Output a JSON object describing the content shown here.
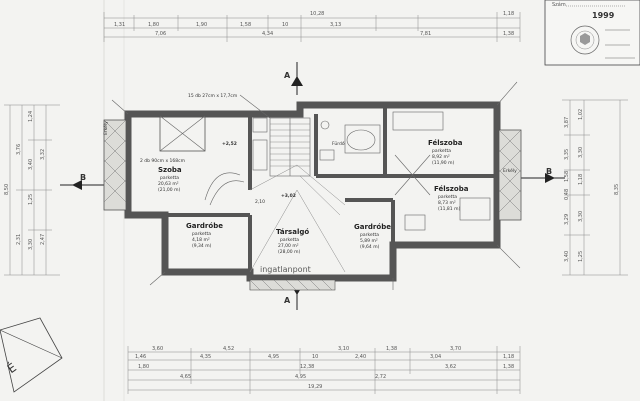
{
  "stamp": {
    "year_text": "1999",
    "szam_label": "Szám"
  },
  "top_dims": {
    "overall": "10,28",
    "row1": [
      "1,31",
      "1,80",
      "1,90",
      "1,58",
      "10",
      "3,13",
      "1,18"
    ],
    "row2": [
      "7,06",
      "4,34",
      "7,81",
      "1,38"
    ]
  },
  "bottom_dims": {
    "row1": [
      "3,60",
      "4,52",
      "3,10",
      "1,38",
      "3,70"
    ],
    "row2": [
      "1,46",
      "4,35",
      "4,95",
      "10",
      "2,40",
      "3,04",
      "1,18"
    ],
    "row3": [
      "1,80",
      "12,38",
      "3,62",
      "1,38"
    ],
    "row4": [
      "4,65",
      "4,95",
      "2,72"
    ],
    "overall": "19,29"
  },
  "left_dims": {
    "col1": [
      "8,50"
    ],
    "col2": [
      "3,76",
      "2,31"
    ],
    "col3": [
      "1,24",
      "3,40",
      "1,25",
      "3,30"
    ],
    "col4": [
      "3,32",
      "2,47"
    ]
  },
  "right_dims": {
    "col1": [
      "3,87",
      "3,35",
      "1,58",
      "0,48",
      "3,29",
      "3,40"
    ],
    "col2": [
      "1,02",
      "3,30",
      "1,18",
      "3,30",
      "1,25"
    ],
    "col3": [
      "8,35"
    ]
  },
  "section_labels": {
    "a_top": "A",
    "a_bottom": "A",
    "b_left": "B",
    "b_right": "B"
  },
  "stair_note": "15 db 27cm x 17,7cm",
  "window_note": "2 db 90cm x 168cm",
  "levels": {
    "center": "+3,02",
    "right_top": "+2,52",
    "hall": "2,10"
  },
  "rooms": [
    {
      "name": "Szoba",
      "floor": "parketta",
      "area": "20,63 m²",
      "perim": "(21,00 m)"
    },
    {
      "name": "Gardróbe",
      "floor": "parketta",
      "area": "4,18 m²",
      "perim": "(9,34 m)"
    },
    {
      "name": "Társalgó",
      "floor": "parketta",
      "area": "27,00 m²",
      "perim": "(28,00 m)"
    },
    {
      "name": "Gardróbe",
      "floor": "parketta",
      "area": "5,89 m²",
      "perim": "(9,64 m)"
    },
    {
      "name": "Félszoba",
      "floor": "parketta",
      "area": "8,92 m²",
      "perim": "(11,90 m)"
    },
    {
      "name": "Félszoba",
      "floor": "parketta",
      "area": "8,73 m²",
      "perim": "(11,81 m)"
    },
    {
      "name": "Fürdő",
      "floor": "",
      "area": "",
      "perim": ""
    },
    {
      "name": "Erkély",
      "floor": "",
      "area": "",
      "perim": ""
    },
    {
      "name": "Erkély",
      "floor": "",
      "area": "",
      "perim": ""
    }
  ],
  "north_label": "É",
  "watermark": "ingatlanpont"
}
